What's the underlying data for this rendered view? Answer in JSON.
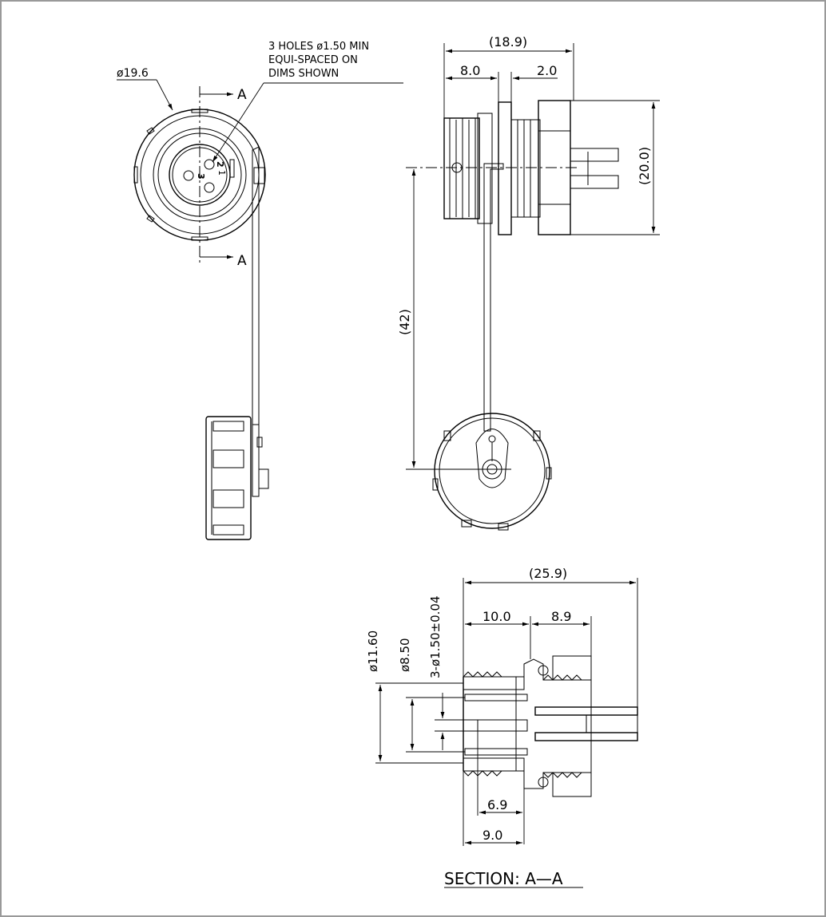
{
  "front_view": {
    "diameter_label": "ø19.6",
    "holes_note_line1": "3 HOLES ø1.50 MIN",
    "holes_note_line2": "EQUI-SPACED ON",
    "holes_note_line3": "DIMS SHOWN",
    "section_marker_top": "A",
    "section_marker_bottom": "A",
    "pin_label_1": "1",
    "pin_label_2": "2",
    "pin_label_3": "3"
  },
  "side_view": {
    "overall_length": "(18.9)",
    "front_length": "8.0",
    "flange_length": "2.0",
    "height": "(20.0)",
    "cap_cord_length": "(42)"
  },
  "section_view": {
    "overall_length": "(25.9)",
    "front_length": "10.0",
    "rear_length": "8.9",
    "dia_outer": "ø11.60",
    "dia_inner": "ø8.50",
    "pin_dia": "3-ø1.50±0.04",
    "socket_depth": "6.9",
    "shell_depth": "9.0",
    "title": "SECTION: A—A"
  }
}
